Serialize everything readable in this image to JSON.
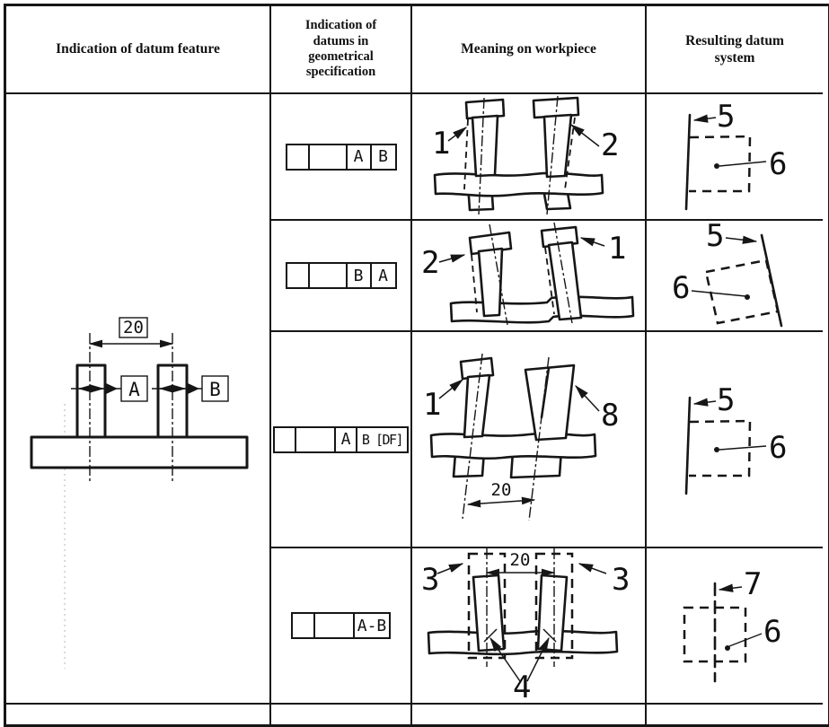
{
  "header": {
    "columns": [
      "Indication of datum feature",
      "Indication of datums in geometrical specification",
      "Meaning on workpiece",
      "Resulting datum system"
    ]
  },
  "datum_feature": {
    "dimension": "20",
    "datums": [
      "A",
      "B"
    ]
  },
  "rows": [
    {
      "frame": {
        "datum_cells": [
          "A",
          "B"
        ]
      },
      "workpiece": {
        "left": "1",
        "right": "2"
      },
      "result": {
        "datum_line": "5",
        "datum_zone": "6"
      }
    },
    {
      "frame": {
        "datum_cells": [
          "B",
          "A"
        ]
      },
      "workpiece": {
        "left": "2",
        "right": "1"
      },
      "result": {
        "datum_line": "5",
        "datum_zone": "6"
      }
    },
    {
      "frame": {
        "datum_cells": [
          "A",
          "B [DF]"
        ]
      },
      "workpiece": {
        "left": "1",
        "right": "8",
        "dimension": "20"
      },
      "result": {
        "datum_line": "5",
        "datum_zone": "6"
      }
    },
    {
      "frame": {
        "datum_cells": [
          "A-B"
        ]
      },
      "workpiece": {
        "left": "3",
        "right": "3",
        "bottom": "4",
        "dimension": "20"
      },
      "result": {
        "datum_line": "7",
        "datum_zone": "6"
      }
    }
  ]
}
